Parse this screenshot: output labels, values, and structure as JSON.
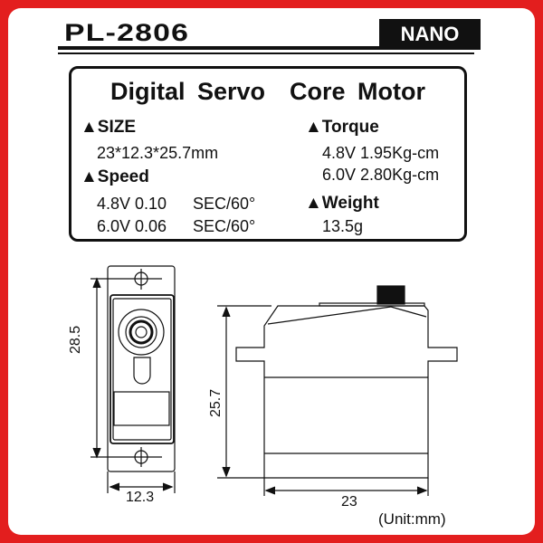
{
  "header": {
    "model": "PL-2806",
    "badge": "NANO"
  },
  "specs": {
    "title": "Digital Servo  Core Motor",
    "size": {
      "label": "▲SIZE",
      "value": "23*12.3*25.7mm"
    },
    "speed": {
      "label": "▲Speed",
      "rows": [
        {
          "voltage": "4.8V 0.10",
          "unit": "SEC/60°"
        },
        {
          "voltage": "6.0V 0.06",
          "unit": "SEC/60°"
        }
      ]
    },
    "torque": {
      "label": "▲Torque",
      "rows": [
        "4.8V 1.95Kg-cm",
        "6.0V 2.80Kg-cm"
      ]
    },
    "weight": {
      "label": "▲Weight",
      "value": "13.5g"
    }
  },
  "drawing": {
    "front_height": "28.5",
    "front_width": "12.3",
    "side_height": "25.7",
    "side_width": "23",
    "unit_note": "(Unit:mm)"
  },
  "colors": {
    "border": "#e31e1e",
    "ink": "#111111"
  }
}
